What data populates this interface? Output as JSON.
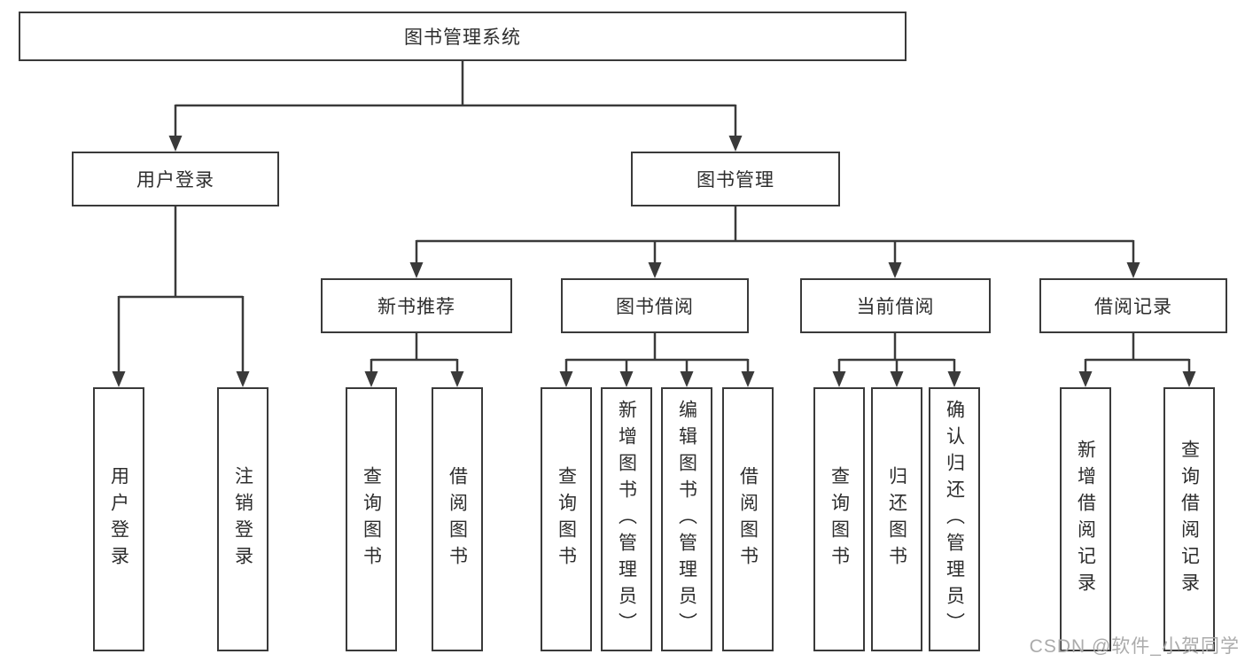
{
  "nodes": {
    "root": "图书管理系统",
    "userLogin": "用户登录",
    "bookManagement": "图书管理",
    "newBookRecommend": "新书推荐",
    "bookBorrow": "图书借阅",
    "currentBorrow": "当前借阅",
    "borrowRecords": "借阅记录",
    "leaves": {
      "userLogin": [
        "用户登录",
        "注销登录"
      ],
      "newBookRecommend": [
        "查询图书",
        "借阅图书"
      ],
      "bookBorrow": [
        "查询图书",
        "新增图书（管理员）",
        "编辑图书（管理员）",
        "借阅图书"
      ],
      "currentBorrow": [
        "查询图书",
        "归还图书",
        "确认归还（管理员）"
      ],
      "borrowRecords": [
        "新增借阅记录",
        "查询借阅记录"
      ]
    }
  },
  "watermark": "CSDN @软件_小贺同学",
  "colors": {
    "line": "#3a3a3a",
    "text": "#2d2d2d",
    "watermark": "#ababab",
    "background": "#ffffff"
  }
}
